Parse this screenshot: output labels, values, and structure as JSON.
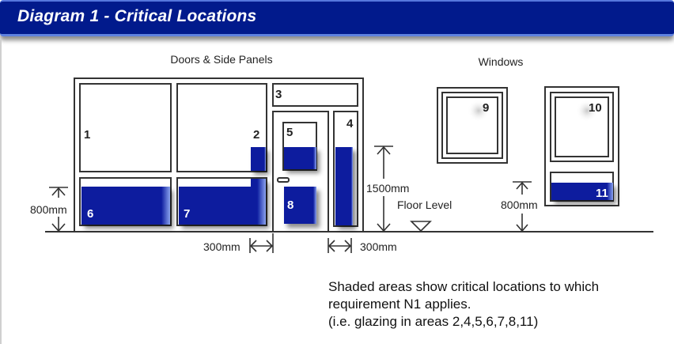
{
  "header": {
    "title": "Diagram 1 - Critical Locations"
  },
  "sections": {
    "doors_title": "Doors & Side Panels",
    "windows_title": "Windows"
  },
  "areas": [
    {
      "id": "1",
      "label": "1",
      "shaded": false
    },
    {
      "id": "2",
      "label": "2",
      "shaded": true
    },
    {
      "id": "3",
      "label": "3",
      "shaded": false
    },
    {
      "id": "4",
      "label": "4",
      "shaded": true
    },
    {
      "id": "5",
      "label": "5",
      "shaded": true
    },
    {
      "id": "6",
      "label": "6",
      "shaded": true
    },
    {
      "id": "7",
      "label": "7",
      "shaded": true
    },
    {
      "id": "8",
      "label": "8",
      "shaded": true
    },
    {
      "id": "9",
      "label": "9",
      "shaded": false
    },
    {
      "id": "10",
      "label": "10",
      "shaded": false
    },
    {
      "id": "11",
      "label": "11",
      "shaded": true
    }
  ],
  "dimensions": {
    "left_height": "800mm",
    "door_height": "1500mm",
    "window_height": "800mm",
    "offset_left": "300mm",
    "offset_right": "300mm",
    "floor_label": "Floor Level"
  },
  "caption": {
    "line1": "Shaded areas show critical locations to which",
    "line2": "requirement N1 applies.",
    "line3": "(i.e. glazing in areas 2,4,5,6,7,8,11)"
  },
  "colors": {
    "header_bg": "#011a8c",
    "shade": "#0a1a9e",
    "shade_edge": "#7f9ae8",
    "line": "#333333"
  }
}
